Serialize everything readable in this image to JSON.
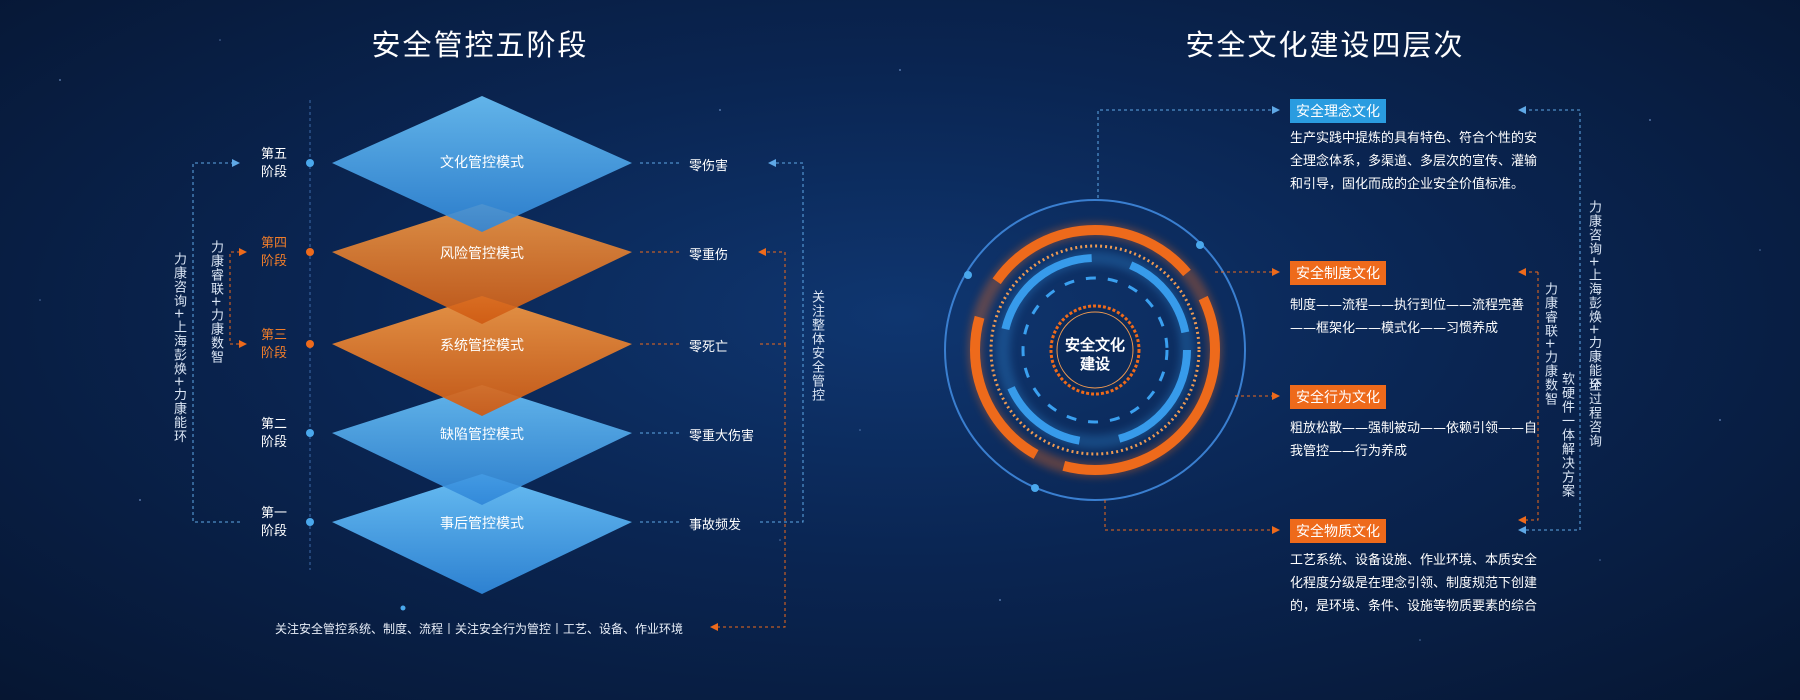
{
  "left": {
    "title": "安全管控五阶段",
    "stages": [
      {
        "label": "第五\n阶段",
        "mode": "文化管控模式",
        "goal": "零伤害",
        "accent": "blue"
      },
      {
        "label": "第四\n阶段",
        "mode": "风险管控模式",
        "goal": "零重伤",
        "accent": "orange"
      },
      {
        "label": "第三\n阶段",
        "mode": "系统管控模式",
        "goal": "零死亡",
        "accent": "orange"
      },
      {
        "label": "第二\n阶段",
        "mode": "缺陷管控模式",
        "goal": "零重大伤害",
        "accent": "blue"
      },
      {
        "label": "第一\n阶段",
        "mode": "事后管控模式",
        "goal": "事故频发",
        "accent": "blue"
      }
    ],
    "side_outer": "力康咨询+上海彭焕+力康能环",
    "side_inner": "力康睿联+力康数智",
    "right_vertical": "关注整体安全管控",
    "bottom_note": "关注安全管控系统、制度、流程丨关注安全行为管控丨工艺、设备、作业环境"
  },
  "right": {
    "title": "安全文化建设四层次",
    "center": "安全文化\n建设",
    "levels": [
      {
        "tag": "安全理念文化",
        "color": "blue",
        "text": "生产实践中提炼的具有特色、符合个性的安全理念体系，多渠道、多层次的宣传、灌输和引导，固化而成的企业安全价值标准。"
      },
      {
        "tag": "安全制度文化",
        "color": "orange",
        "text": "制度——流程——执行到位——流程完善——框架化——模式化——习惯养成"
      },
      {
        "tag": "安全行为文化",
        "color": "orange",
        "text": "粗放松散——强制被动——依赖引领——自我管控——行为养成"
      },
      {
        "tag": "安全物质文化",
        "color": "orange",
        "text": "工艺系统、设备设施、作业环境、本质安全化程度分级是在理念引领、制度规范下创建的，是环境、条件、设施等物质要素的综合"
      }
    ],
    "side_inner_a": "力康睿联+力康数智",
    "side_inner_b": "软硬件一体解决方案",
    "side_outer_a": "力康咨询+上海彭焕+力康能环",
    "side_outer_b": "全过程咨询"
  },
  "colors": {
    "blue": "#4aa8ec",
    "orange": "#ee6a1b",
    "background": "#0a2552"
  }
}
